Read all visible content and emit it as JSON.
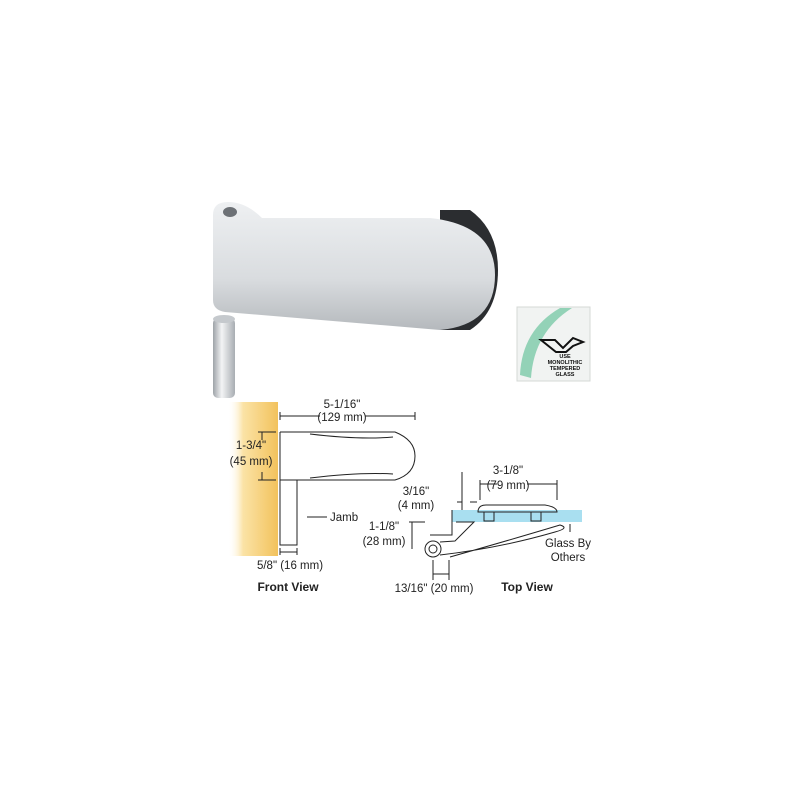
{
  "badge": {
    "line1": "USE",
    "line2": "MONOLITHIC",
    "line3": "TEMPERED",
    "line4": "GLASS",
    "accent_color": "#7cc9a8"
  },
  "front_view": {
    "title": "Front View",
    "width_in": "5-1/16\"",
    "width_mm": "(129 mm)",
    "height_in": "1-3/4\"",
    "height_mm": "(45 mm)",
    "jamb_label": "Jamb",
    "pin_dim": "5/8\" (16 mm)",
    "jamb_color": "#f5c96a"
  },
  "top_view": {
    "title": "Top View",
    "plate_in": "3-1/8\"",
    "plate_mm": "(79 mm)",
    "gap_in": "3/16\"",
    "gap_mm": "(4 mm)",
    "depth_in": "1-1/8\"",
    "depth_mm": "(28 mm)",
    "offset_dim": "13/16\" (20 mm)",
    "glass_label_1": "Glass By",
    "glass_label_2": "Others",
    "glass_color": "#a9dff0"
  }
}
